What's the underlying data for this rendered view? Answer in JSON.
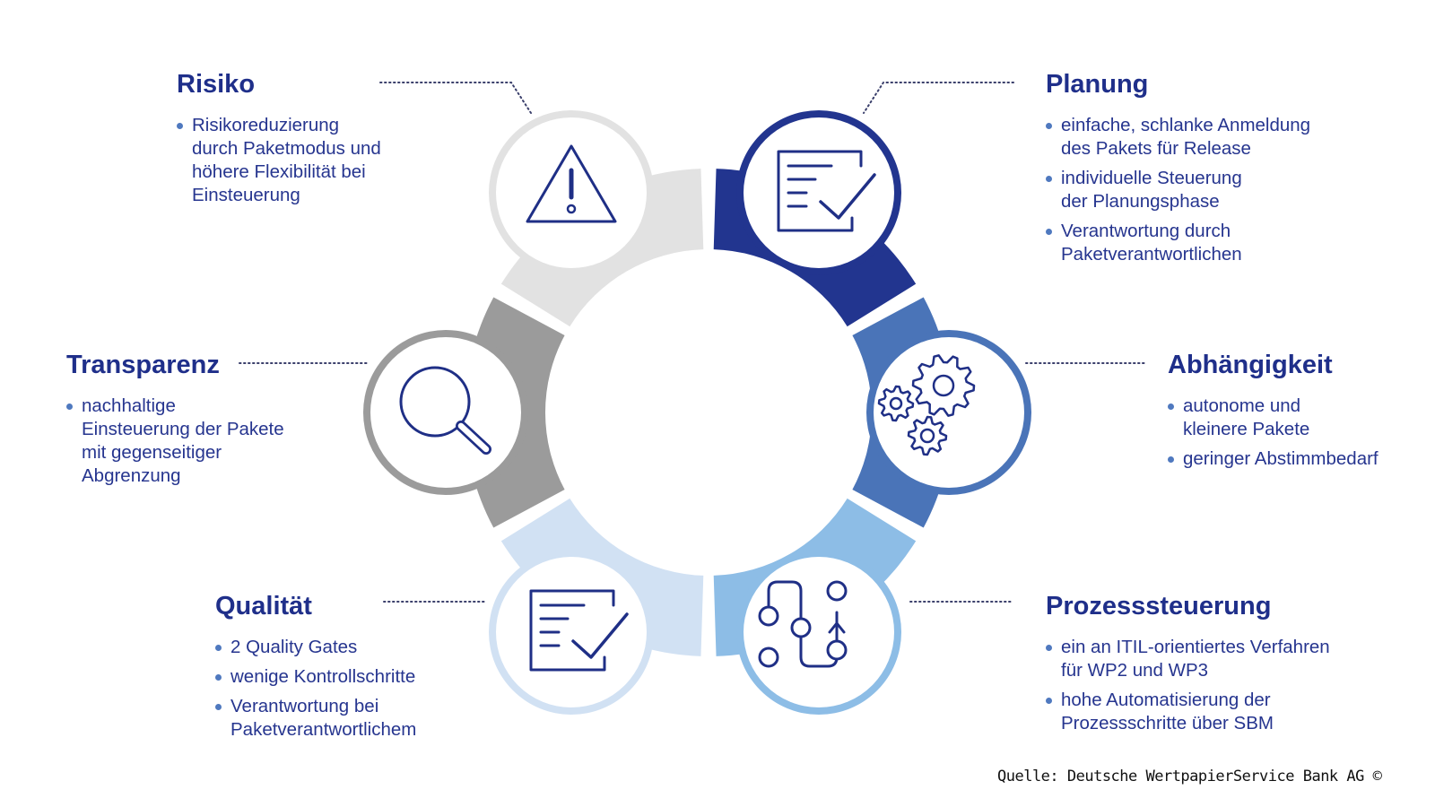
{
  "colors": {
    "navy": "#22358f",
    "blue": "#4a74b8",
    "light_blue": "#8dbde6",
    "pale_blue": "#d1e1f3",
    "gray": "#9b9b9b",
    "light_gray": "#e2e2e2",
    "text": "#26358f",
    "icon": "#1f2f86"
  },
  "segments": [
    {
      "name": "Planung",
      "color": "navy",
      "icon": "checklist-icon"
    },
    {
      "name": "Abhängigkeit",
      "color": "blue",
      "icon": "gears-icon"
    },
    {
      "name": "Prozesssteuerung",
      "color": "light_blue",
      "icon": "process-flow-icon"
    },
    {
      "name": "Qualität",
      "color": "pale_blue",
      "icon": "checklist-icon"
    },
    {
      "name": "Transparenz",
      "color": "gray",
      "icon": "magnifier-icon"
    },
    {
      "name": "Risiko",
      "color": "light_gray",
      "icon": "warning-icon"
    }
  ],
  "risiko": {
    "title": "Risiko",
    "bullets": [
      "Risikoreduzierung\ndurch Paketmodus und\nhöhere Flexibilität bei\nEinsteuerung"
    ]
  },
  "planung": {
    "title": "Planung",
    "bullets": [
      "einfache, schlanke Anmeldung\ndes Pakets für Release",
      "individuelle Steuerung\nder Planungsphase",
      "Verantwortung durch\nPaketverantwortlichen"
    ]
  },
  "transparenz": {
    "title": "Transparenz",
    "bullets": [
      "nachhaltige\nEinsteuerung der Pakete\nmit gegenseitiger\nAbgrenzung"
    ]
  },
  "abhaengigkeit": {
    "title": "Abhängigkeit",
    "bullets": [
      "autonome und\nkleinere Pakete",
      "geringer Abstimmbedarf"
    ]
  },
  "qualitaet": {
    "title": "Qualität",
    "bullets": [
      "2 Quality Gates",
      "wenige Kontrollschritte",
      "Verantwortung bei\nPaketverantwortlichem"
    ]
  },
  "prozesssteuerung": {
    "title": "Prozesssteuerung",
    "bullets": [
      "ein an ITIL-orientiertes Verfahren\nfür WP2 und WP3",
      "hohe Automatisierung der\nProzessschritte über SBM"
    ]
  },
  "source": "Quelle: Deutsche WertpapierService Bank AG ©"
}
